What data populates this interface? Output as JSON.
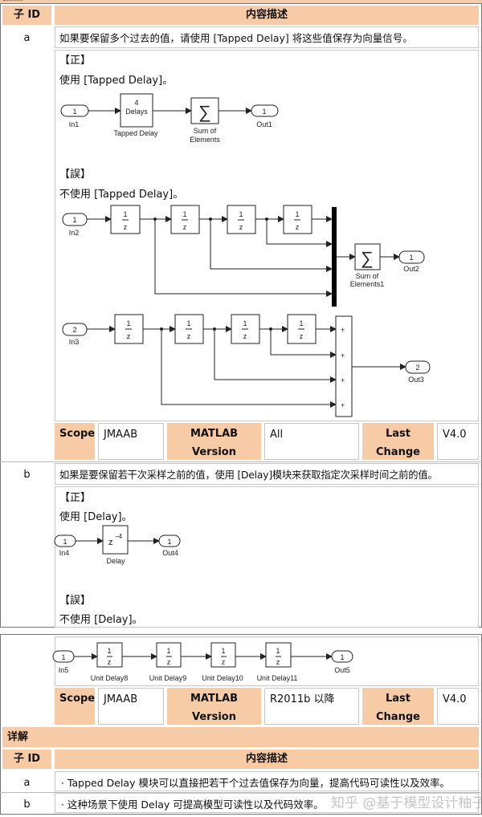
{
  "header": {
    "sub_id": "子 ID",
    "content": "内容描述"
  },
  "rows": [
    {
      "id": "a",
      "text": "如果要保留多个过去的值，请使用 [Tapped Delay] 将这些值保存为向量信号。",
      "correct_label": "【正】",
      "correct_text": "使用 [Tapped Delay]。",
      "wrong_label": "【誤】",
      "wrong_text": "不使用 [Tapped Delay]。"
    },
    {
      "id": "b",
      "text": "如果是要保留若干次采样之前的值，使用 [Delay]模块来获取指定次采样时间之前的值。",
      "correct_label": "【正】",
      "correct_text": "使用 [Delay]。",
      "wrong_label": "【誤】",
      "wrong_text": "不使用 [Delay]。"
    }
  ],
  "diagrams": {
    "d1": {
      "in_port": "1",
      "in": "In1",
      "td_n": "4",
      "td_label": "Delays",
      "td": "Tapped Delay",
      "sum1": "Sum of",
      "sum2": "Elements",
      "out_port": "1",
      "out": "Out1"
    },
    "d2": {
      "in_port": "1",
      "in": "In2",
      "num": "1",
      "den": "z",
      "sum1": "Sum of",
      "sum2": "Elements1",
      "out_port": "1",
      "out": "Out2"
    },
    "d3": {
      "in_port": "2",
      "in": "In3",
      "plus": "+",
      "out_port": "2",
      "out": "Out3"
    },
    "d4": {
      "in_port": "1",
      "in": "In4",
      "delay": "z",
      "exp": "−4",
      "delay_name": "Delay",
      "out_port": "1",
      "out": "Out4"
    },
    "d5": {
      "in_port": "1",
      "in": "In5",
      "names": [
        "Unit Delay8",
        "Unit Delay9",
        "Unit Delay10",
        "Unit Delay11"
      ],
      "out_port": "1",
      "out": "Out5"
    }
  },
  "meta": [
    {
      "scope_label": "Scope",
      "scope": "JMAAB",
      "matlab_label1": "MATLAB",
      "matlab_label2": "Version",
      "matlab": "All",
      "last_label1": "Last",
      "last_label2": "Change",
      "last": "V4.0"
    },
    {
      "scope_label": "Scope",
      "scope": "JMAAB",
      "matlab_label1": "MATLAB",
      "matlab_label2": "Version",
      "matlab": "R2011b 以降",
      "last_label1": "Last",
      "last_label2": "Change",
      "last": "V4.0"
    }
  ],
  "explain": {
    "title": "详解",
    "sub_id": "子 ID",
    "content": "内容描述",
    "rows": [
      {
        "id": "a",
        "text": "· Tapped Delay 模块可以直接把若干个过去值保存为向量，提高代码可读性以及效率。"
      },
      {
        "id": "b",
        "text": "· 这种场景下使用 Delay 可提高模型可读性以及代码效率。"
      }
    ]
  },
  "watermark": "知乎 @基于模型设计柚子",
  "colors": {
    "header_bg": "#f8cba7",
    "border": "#777777"
  }
}
